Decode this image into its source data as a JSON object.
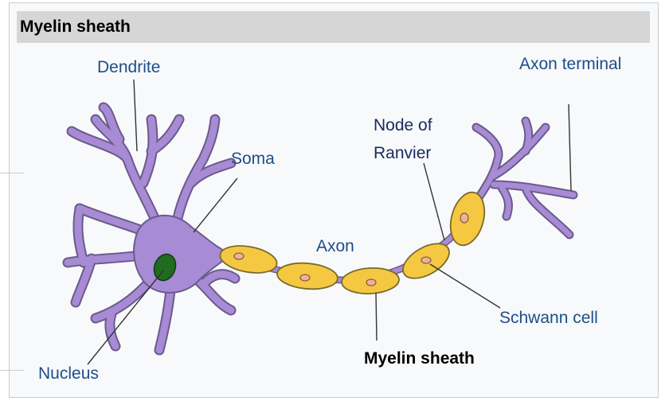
{
  "panel": {
    "title": "Myelin sheath"
  },
  "labels": {
    "dendrite": "Dendrite",
    "soma": "Soma",
    "nucleus": "Nucleus",
    "axon": "Axon",
    "node_of_ranvier_line1": "Node of",
    "node_of_ranvier_line2": "Ranvier",
    "axon_terminal": "Axon terminal",
    "schwann_cell": "Schwann cell",
    "myelin_sheath": "Myelin sheath"
  },
  "colors": {
    "neuron_body": "#a78bd4",
    "neuron_outline": "#6b5a8e",
    "nucleus": "#1f6b1f",
    "myelin": "#f5c842",
    "myelin_outline": "#7a6a2a",
    "schwann_nucleus": "#eab39a",
    "label_blue": "#1d4e89",
    "label_navy": "#1b2a60",
    "header_bg": "#d6d6d6"
  }
}
